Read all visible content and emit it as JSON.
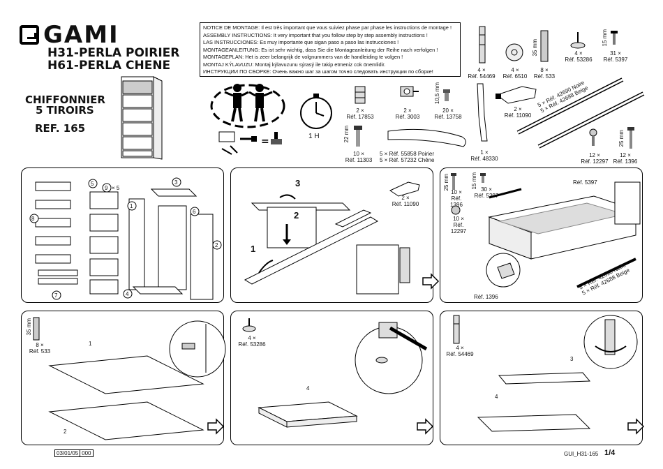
{
  "brand": {
    "name": "GAMI"
  },
  "product": {
    "line1": "H31-PERLA POIRIER",
    "line2": "H61-PERLA CHENE",
    "type_line1": "CHIFFONNIER",
    "type_line2": "5 TIROIRS",
    "ref": "REF. 165"
  },
  "notice": [
    "NOTICE DE MONTAGE: Il est très important que vous suiviez phase par phase les instructions de montage !",
    "ASSEMBLY INSTRUCTIONS: It very important that you follow step by step assembly instructions !",
    "LAS INSTRUCCIONES: Es muy importante que sigan paso a paso las instrucciones !",
    "MONTAGEANLEITUNG: Es ist sehr wichtig, dass Sie die Montageanleitung der Reihe nach verfolgen !",
    "MONTAGEPLAN: Het is zeer belangrijk de volgnummers van de handleiding te volgen !",
    "MONTAJ KÝLAVUZU: Montaj kýlavuzunu sýrasý ile takip etmeniz cok önemlidir.",
    "ИНСТРУКЦИИ ПО СБОРКЕ: Очень важно шаг за шагом точно следовать инструкции по сборке!"
  ],
  "time": "1 H",
  "parts": {
    "p54469": {
      "qty": "4 ×",
      "ref": "Réf. 54469"
    },
    "p6510": {
      "qty": "4 ×",
      "ref": "Réf. 6510"
    },
    "p533": {
      "qty": "8 ×",
      "ref": "Réf. 533",
      "dim": "35 mm"
    },
    "p53286": {
      "qty": "4 ×",
      "ref": "Réf. 53286"
    },
    "p5397": {
      "qty": "31 ×",
      "ref": "Réf. 5397",
      "dim": "15 mm"
    },
    "p17853": {
      "qty": "2 ×",
      "ref": "Réf. 17853"
    },
    "p3003": {
      "qty": "2 ×",
      "ref": "Réf. 3003"
    },
    "p13758": {
      "qty": "20 ×",
      "ref": "Réf. 13758",
      "dim": "10,5 mm"
    },
    "p11090": {
      "qty": "2 ×",
      "ref": "Réf. 11090"
    },
    "p11303": {
      "qty": "10 ×",
      "ref": "Réf. 11303",
      "dim": "22 mm"
    },
    "p55858": {
      "line1": "5 × Réf. 55858 Poirier",
      "line2": "5 × Réf. 57232 Chêne"
    },
    "p48330": {
      "qty": "1 ×",
      "ref": "Réf. 48330"
    },
    "p12297": {
      "qty": "12 ×",
      "ref": "Réf. 12297"
    },
    "p1396": {
      "qty": "12 ×",
      "ref": "Réf. 1396",
      "dim": "25 mm"
    },
    "slides": {
      "line1": "5 × Réf. 42690 Noire",
      "line2": "5 × Réf. 42688 Beige"
    }
  },
  "panel1": {
    "labels": [
      "8",
      "5",
      "9",
      "× 5",
      "3",
      "1",
      "6",
      "2",
      "4",
      "7"
    ]
  },
  "panel2": {
    "steps": [
      "3",
      "2",
      "1"
    ],
    "glue_qty": "2 ×",
    "glue_ref": "Réf. 11090"
  },
  "panel3": {
    "screw1_dim": "25 mm",
    "screw1_qty": "10 ×",
    "screw1_ref": "Réf. 1396",
    "screw2_dim": "15 mm",
    "screw2_qty": "30 ×",
    "screw2_ref": "Réf. 5397",
    "cam_qty": "10 ×",
    "cam_ref": "Réf. 12297",
    "callout_top": "Réf. 5397",
    "callout_bottom": "Réf. 1396",
    "slides_line1": "5 × Réf. 42690 Noire",
    "slides_line2": "5 × Réf. 42688 Beige"
  },
  "panel4": {
    "dim": "35 mm",
    "qty": "8 ×",
    "ref": "Réf. 533",
    "label1": "1",
    "label2": "2"
  },
  "panel5": {
    "qty": "4 ×",
    "ref": "Réf. 53286",
    "label": "4"
  },
  "panel6": {
    "qty": "4 ×",
    "ref": "Réf. 54469",
    "label3": "3",
    "label4": "4"
  },
  "footer": {
    "date": "03/01/05",
    "code": "000",
    "doc": "GUI_H31-165",
    "page": "1/4"
  }
}
